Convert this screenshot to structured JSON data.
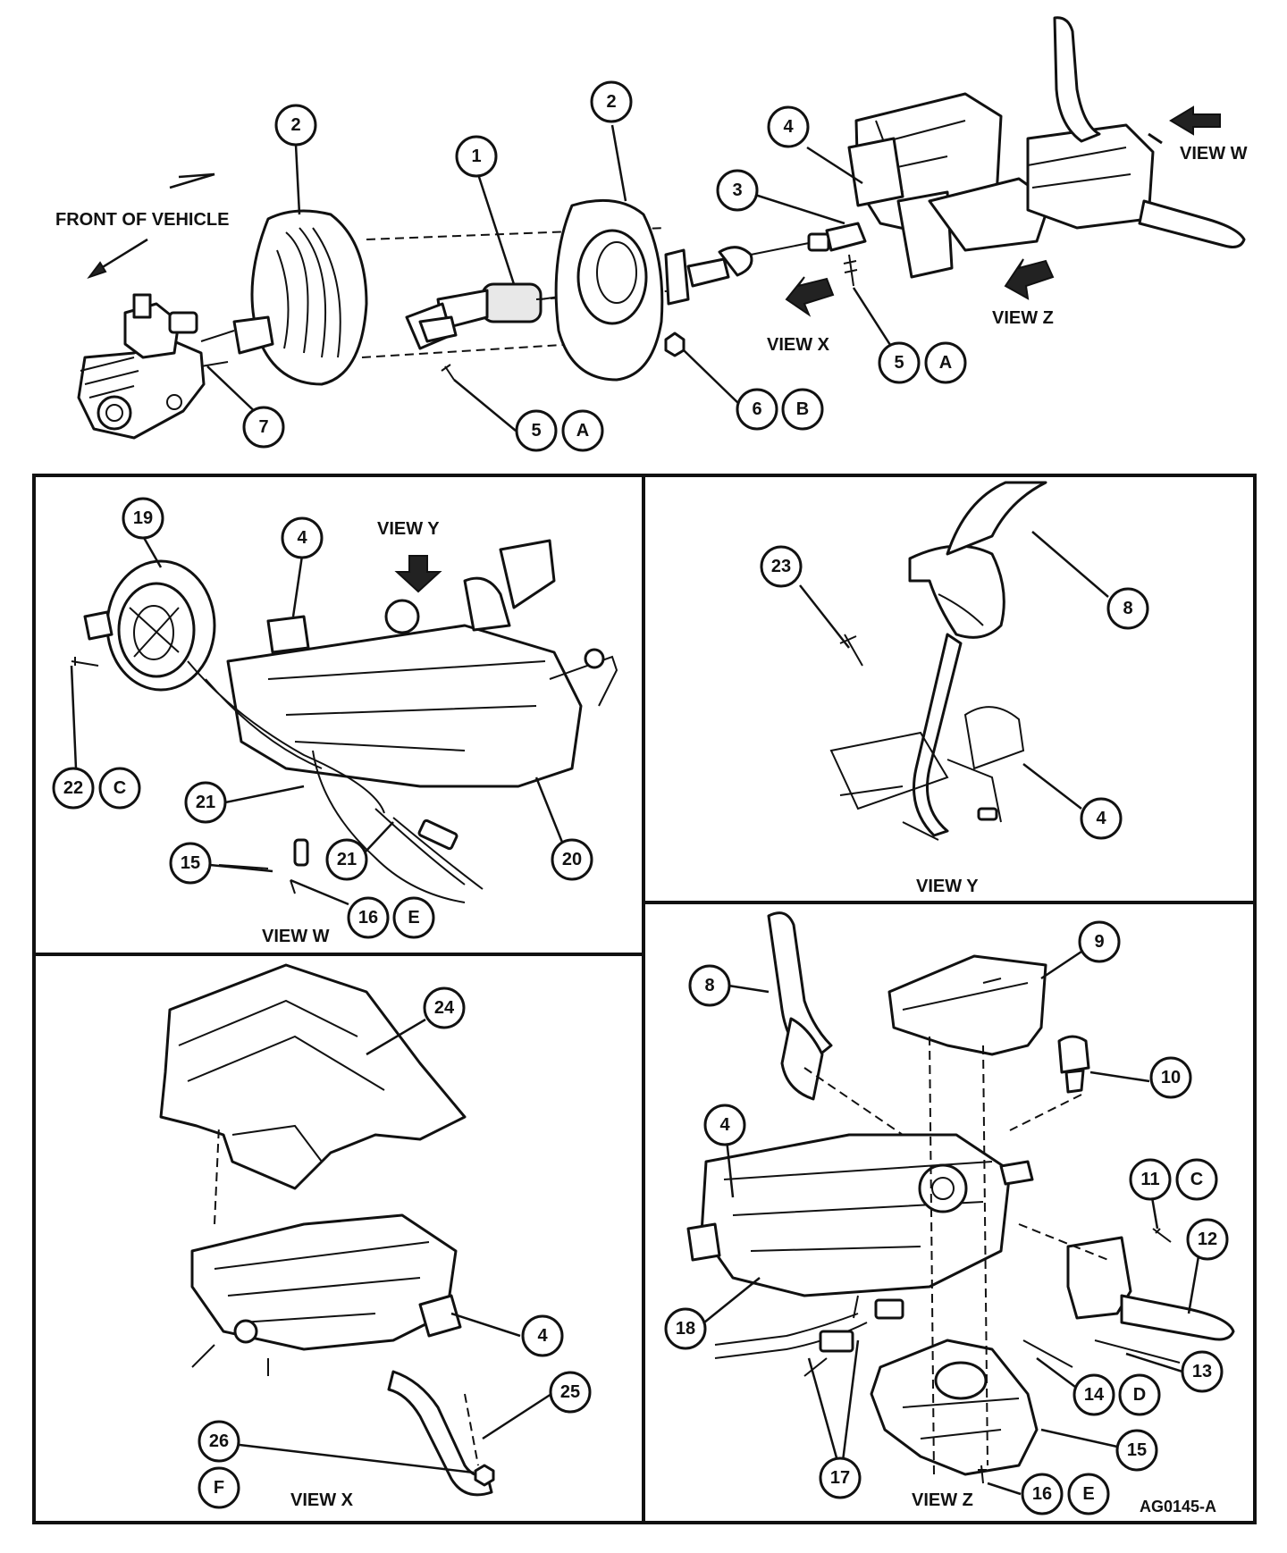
{
  "figure_id": "AG0145-A",
  "labels": {
    "front_of_vehicle": "FRONT OF VEHICLE",
    "view_w_arrow": "VIEW W",
    "view_x_arrow": "VIEW X",
    "view_z_arrow": "VIEW Z",
    "view_y_arrow": "VIEW Y"
  },
  "panels": {
    "view_w": "VIEW W",
    "view_y": "VIEW Y",
    "view_x": "VIEW X",
    "view_z": "VIEW Z"
  },
  "callouts": {
    "top": [
      "2",
      "1",
      "2",
      "4",
      "3",
      "5",
      "A",
      "7",
      "5",
      "A",
      "6",
      "B"
    ],
    "view_w": [
      "19",
      "4",
      "22",
      "C",
      "21",
      "21",
      "15",
      "16",
      "E",
      "20"
    ],
    "view_y": [
      "23",
      "8",
      "4"
    ],
    "view_x": [
      "24",
      "4",
      "25",
      "26",
      "F"
    ],
    "view_z": [
      "8",
      "9",
      "10",
      "4",
      "11",
      "C",
      "12",
      "18",
      "13",
      "14",
      "D",
      "15",
      "17",
      "16",
      "E"
    ]
  }
}
